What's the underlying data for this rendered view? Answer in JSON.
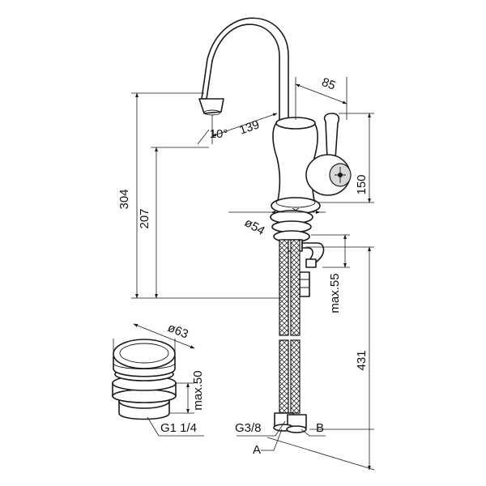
{
  "labels": {
    "height_total": "304",
    "height_spout": "207",
    "reach": "139",
    "angle": "10°",
    "handle_offset": "85",
    "handle_height": "150",
    "base_diameter": "ø54",
    "deck_thickness": "max.55",
    "hose_length": "431",
    "connection": "G3/8",
    "port_a": "A",
    "port_b": "B",
    "waste_diameter": "ø63",
    "waste_height": "max.50",
    "waste_thread": "G1 1/4"
  }
}
